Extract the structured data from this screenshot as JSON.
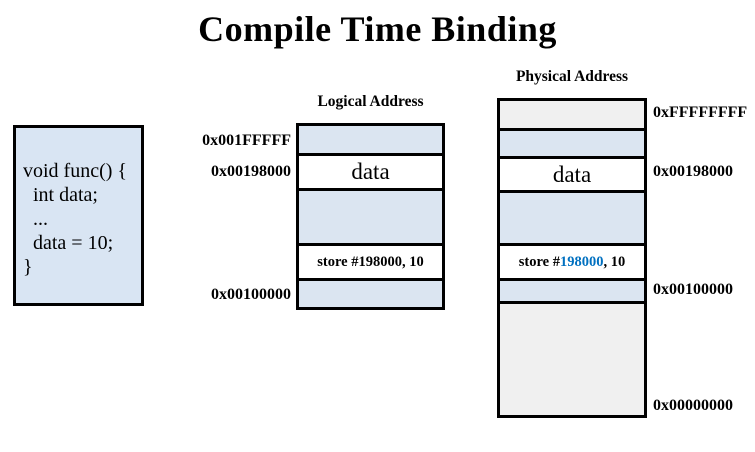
{
  "title": "Compile Time Binding",
  "colors": {
    "row_light_blue": "#dbe5f1",
    "row_light_gray": "#f0f0f0",
    "row_white": "#ffffff",
    "code_box_fill": "#d9e5f3",
    "store_address_highlight": "#0070c0",
    "border": "#000000"
  },
  "code_box": {
    "lines": [
      "void func() {",
      "  int data;",
      "  ...",
      "  data = 10;",
      "}"
    ]
  },
  "logical": {
    "header": "Logical Address",
    "labels": {
      "top": "0x001FFFFF",
      "data": "0x00198000",
      "bottom": "0x00100000"
    },
    "rows": {
      "data": "data",
      "store": "store #198000, 10"
    }
  },
  "physical": {
    "header": "Physical Address",
    "labels": {
      "top": "0xFFFFFFFF",
      "data": "0x00198000",
      "mid": "0x00100000",
      "bottom": "0x00000000"
    },
    "rows": {
      "data": "data",
      "store_prefix": "store #",
      "store_addr": "198000",
      "store_suffix": ", 10"
    }
  }
}
